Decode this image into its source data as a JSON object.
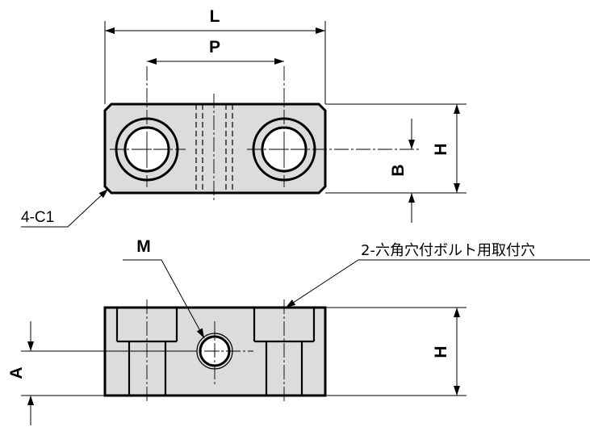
{
  "labels": {
    "L": "L",
    "P": "P",
    "H_top": "H",
    "B": "B",
    "chamfer": "4-C1",
    "M": "M",
    "bolt_note": "2-六角穴付ボルト用取付穴",
    "A": "A",
    "H_front": "H"
  },
  "colors": {
    "part_fill": "#dcdcdc",
    "outline": "#000000"
  }
}
